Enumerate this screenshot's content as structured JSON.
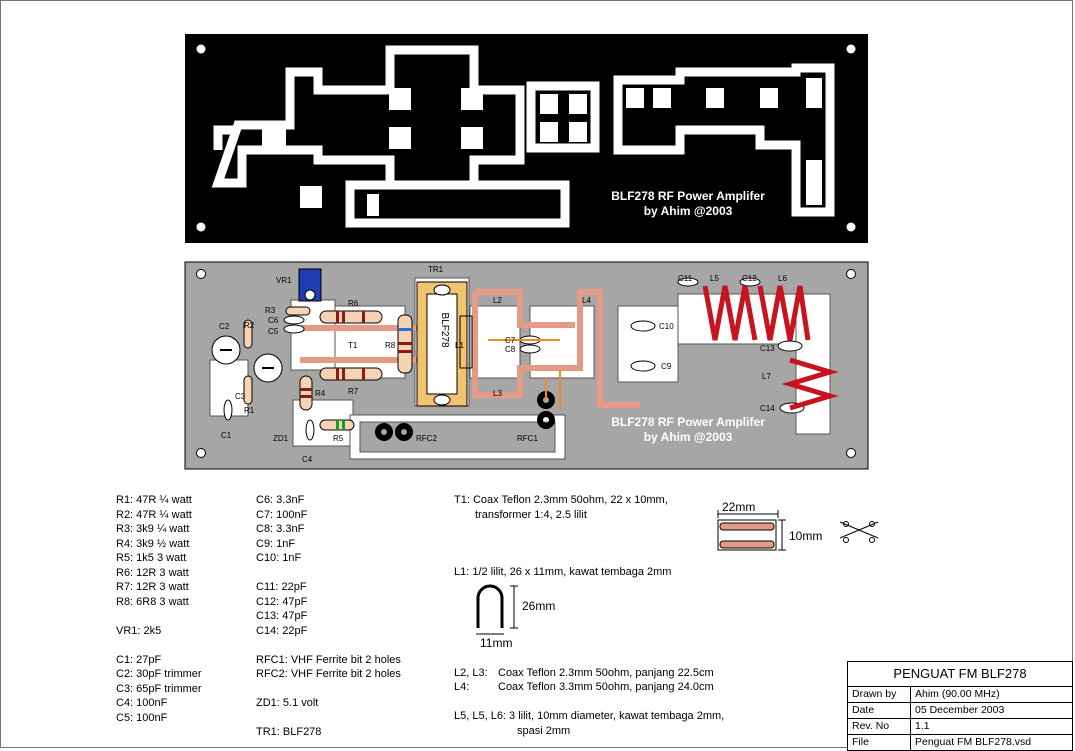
{
  "pcb": {
    "title_line1": "BLF278 RF Power Amplifer",
    "title_line2": "by Ahim @2003"
  },
  "layout_labels": {
    "VR1": "VR1",
    "TR1": "TR1",
    "R6": "R6",
    "R3": "R3",
    "C6": "C6",
    "C5": "C5",
    "C2": "C2",
    "R2": "R2",
    "T1": "T1",
    "R8": "R8",
    "L1": "L1",
    "BLF278": "BLF278",
    "L2": "L2",
    "L3": "L3",
    "L4": "L4",
    "C7": "C7",
    "C8": "C8",
    "C9": "C9",
    "C10": "C10",
    "C11": "C11",
    "L5": "L5",
    "C12": "C12",
    "L6": "L6",
    "C13": "C13",
    "L7": "L7",
    "C14": "C14",
    "C3": "C3",
    "R1": "R1",
    "C1": "C1",
    "R4": "R4",
    "R7": "R7",
    "ZD1": "ZD1",
    "R5": "R5",
    "C4": "C4",
    "RFC2": "RFC2",
    "RFC1": "RFC1"
  },
  "parts": {
    "col1": [
      "R1:  47R ¼ watt",
      "R2:  47R ¼ watt",
      "R3:  3k9 ¼ watt",
      "R4:  3k9 ½ watt",
      "R5:  1k5 3 watt",
      "R6:  12R 3 watt",
      "R7:  12R 3 watt",
      "R8:  6R8 3 watt",
      "",
      "VR1: 2k5",
      "",
      "C1:  27pF",
      "C2:  30pF trimmer",
      "C3:  65pF trimmer",
      "C4:  100nF",
      "C5:  100nF"
    ],
    "col2": [
      "C6:  3.3nF",
      "C7:  100nF",
      "C8:  3.3nF",
      "C9:  1nF",
      "C10: 1nF",
      "",
      "C11:  22pF",
      "C12:  47pF",
      "C13:  47pF",
      "C14:  22pF",
      "",
      "RFC1: VHF Ferrite bit 2 holes",
      "RFC2: VHF Ferrite bit 2 holes",
      "",
      "ZD1: 5.1 volt",
      "",
      "TR1: BLF278"
    ]
  },
  "notes": {
    "t1_line1": "T1:  Coax Teflon 2.3mm 50ohm, 22 x 10mm,",
    "t1_line2": "transformer 1:4, 2.5 lilit",
    "t1_dim_w": "22mm",
    "t1_dim_h": "10mm",
    "l1_line": "L1:  1/2 lilit, 26 x 11mm, kawat tembaga 2mm",
    "l1_dim_h": "26mm",
    "l1_dim_w": "11mm",
    "l23_key": "L2, L3:",
    "l23_val": "Coax Teflon 2.3mm 50ohm, panjang 22.5cm",
    "l4_key": "L4:",
    "l4_val": "Coax Teflon 3.3mm 50ohm, panjang 24.0cm",
    "l56_line1": "L5, L5, L6:  3 lilit, 10mm diameter, kawat tembaga 2mm,",
    "l56_line2": "spasi 2mm"
  },
  "title_block": {
    "title": "PENGUAT FM BLF278",
    "rows": [
      {
        "key": "Drawn by",
        "value": "Ahim (90.00 MHz)"
      },
      {
        "key": "Date",
        "value": "05 December 2003"
      },
      {
        "key": "Rev. No",
        "value": "1.1"
      },
      {
        "key": "File",
        "value": "Penguat FM BLF278.vsd"
      }
    ]
  }
}
